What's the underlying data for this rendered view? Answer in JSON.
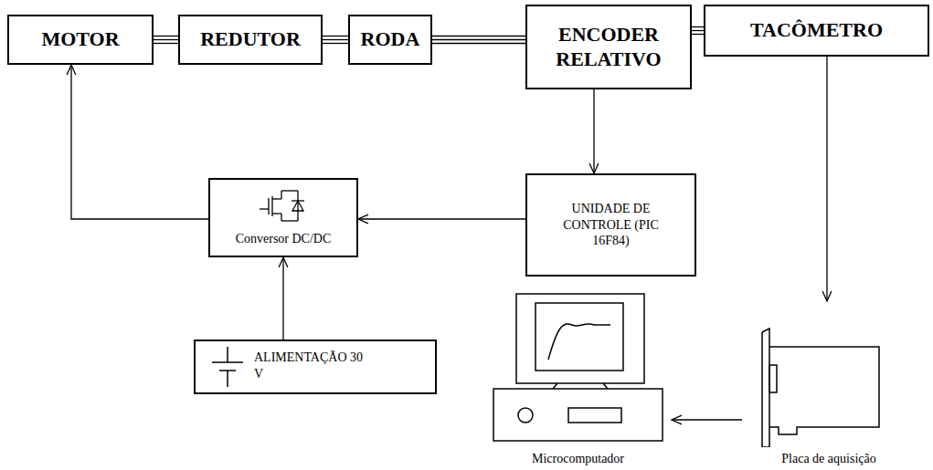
{
  "diagram": {
    "nodes": [
      {
        "text": [
          "MOTOR"
        ]
      },
      {
        "text": [
          "REDUTOR"
        ]
      },
      {
        "text": [
          "RODA"
        ]
      },
      {
        "text": [
          "ENCODER RELATIVO"
        ]
      },
      {
        "text": [
          "TACÔMETRO"
        ]
      },
      {
        "text": [
          "Conversor DC/DC"
        ]
      },
      {
        "text": [
          "UNIDADE DE CONTROLE (PIC 16F84)"
        ]
      },
      {
        "text": [
          "ALIMENTAÇÃO 30 V"
        ]
      },
      {
        "text": [
          "Microcomputador"
        ]
      },
      {
        "text": [
          "Placa de aquisição"
        ]
      }
    ],
    "edges": [
      {
        "from": 0,
        "to": 1,
        "arrow": "none"
      },
      {
        "from": 1,
        "to": 2,
        "arrow": "none"
      },
      {
        "from": 2,
        "to": 3,
        "arrow": "none"
      },
      {
        "from": 3,
        "to": 4,
        "arrow": "none"
      },
      {
        "from": 3,
        "to": 6,
        "arrow": "to"
      },
      {
        "from": 6,
        "to": 5,
        "arrow": "to"
      },
      {
        "from": 5,
        "to": 0,
        "arrow": "to"
      },
      {
        "from": 7,
        "to": 5,
        "arrow": "to"
      },
      {
        "from": 4,
        "to": 9,
        "arrow": "to"
      },
      {
        "from": 9,
        "to": 8,
        "arrow": "to"
      }
    ]
  }
}
